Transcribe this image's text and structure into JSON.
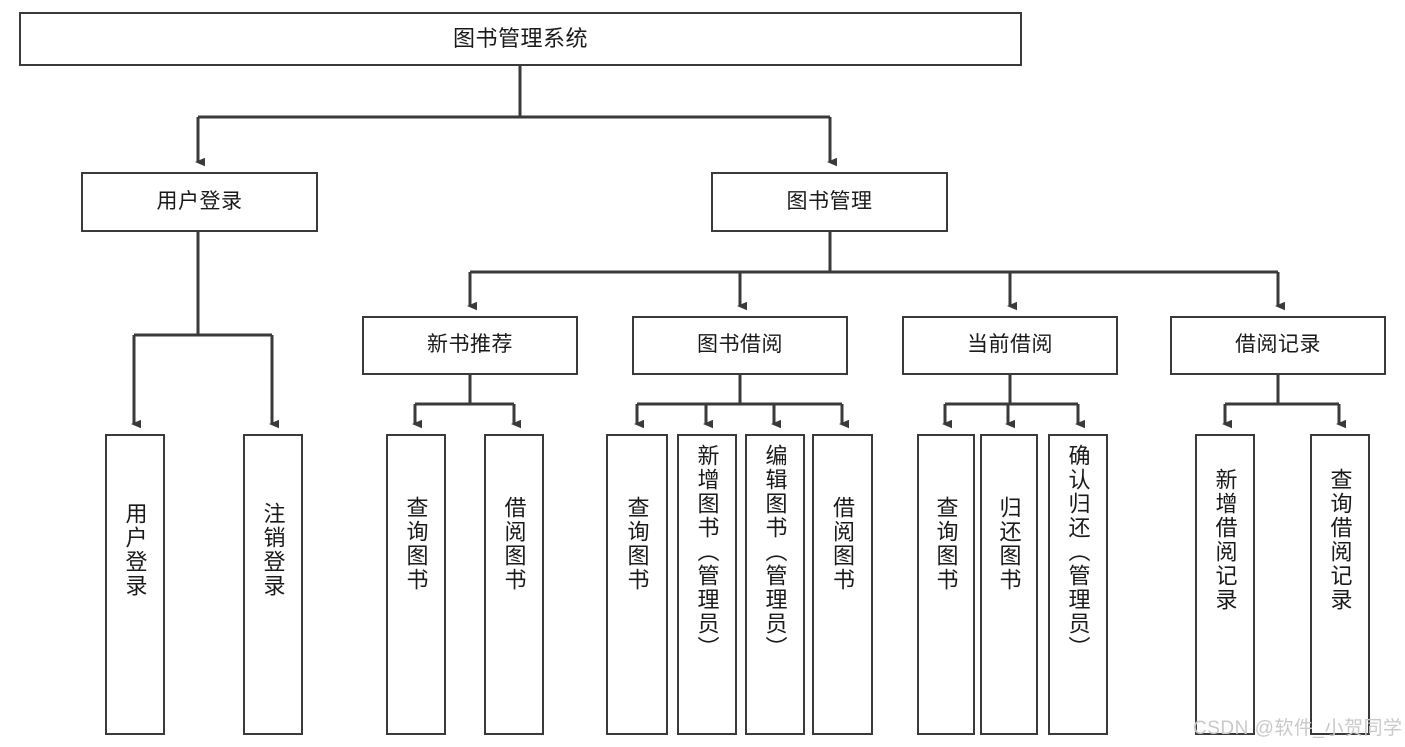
{
  "diagram": {
    "title": "图书管理系统",
    "type": "tree",
    "stroke_color": "#3a3a3a",
    "fill_color": "#ffffff",
    "text_color": "#1a1a1a",
    "watermark": "CSDN @软件_小贺同学"
  },
  "nodes": {
    "root": {
      "label": "图书管理系统"
    },
    "level2": [
      {
        "label": "用户登录"
      },
      {
        "label": "图书管理"
      }
    ],
    "level3": [
      {
        "label": "新书推荐"
      },
      {
        "label": "图书借阅"
      },
      {
        "label": "当前借阅"
      },
      {
        "label": "借阅记录"
      }
    ],
    "leaves": {
      "user_login": [
        {
          "label": "用户登录"
        },
        {
          "label": "注销登录"
        }
      ],
      "new_book": [
        {
          "label": "查询图书"
        },
        {
          "label": "借阅图书"
        }
      ],
      "book_borrow": [
        {
          "label": "查询图书"
        },
        {
          "label": "新增图书（管理员）"
        },
        {
          "label": "编辑图书（管理员）"
        },
        {
          "label": "借阅图书"
        }
      ],
      "current_borrow": [
        {
          "label": "查询图书"
        },
        {
          "label": "归还图书"
        },
        {
          "label": "确认归还（管理员）"
        }
      ],
      "borrow_record": [
        {
          "label": "新增借阅记录"
        },
        {
          "label": "查询借阅记录"
        }
      ]
    }
  }
}
